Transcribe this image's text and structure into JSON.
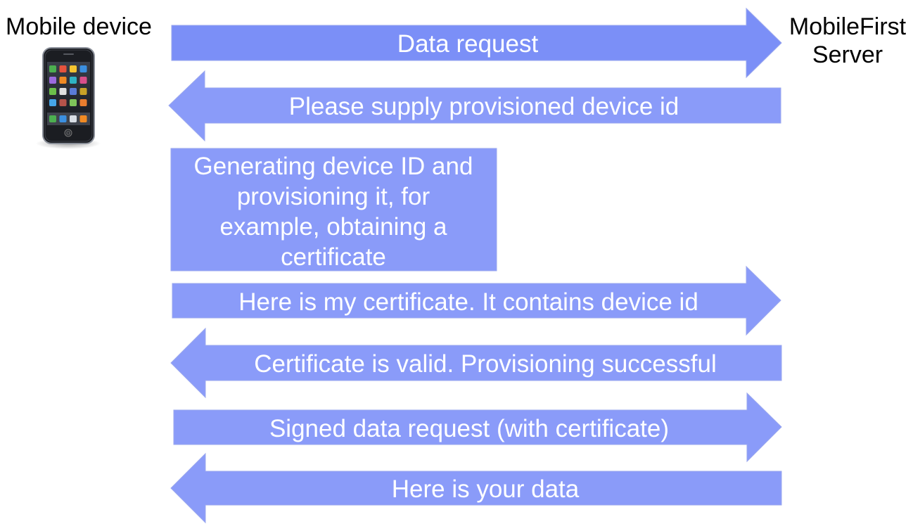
{
  "participants": {
    "client": "Mobile device",
    "server_line1": "MobileFirst",
    "server_line2": "Server"
  },
  "device_icon": "smartphone-icon",
  "colors": {
    "arrow_fill": "#7b8ff7",
    "arrow_fill_light": "#8a9bf9",
    "arrow_stroke": "#9aa7ee",
    "text": "#ffffff"
  },
  "messages": [
    {
      "direction": "to-server",
      "text": "Data request"
    },
    {
      "direction": "to-client",
      "text": "Please supply provisioned device id"
    },
    {
      "direction": "note",
      "lines": [
        "Generating device ID and",
        "provisioning it, for",
        "example, obtaining a",
        "certificate"
      ]
    },
    {
      "direction": "to-server",
      "text": "Here is my certificate. It contains device id"
    },
    {
      "direction": "to-client",
      "text": "Certificate is valid. Provisioning successful"
    },
    {
      "direction": "to-server",
      "text": "Signed data request (with certificate)"
    },
    {
      "direction": "to-client",
      "text": "Here is your data"
    }
  ]
}
